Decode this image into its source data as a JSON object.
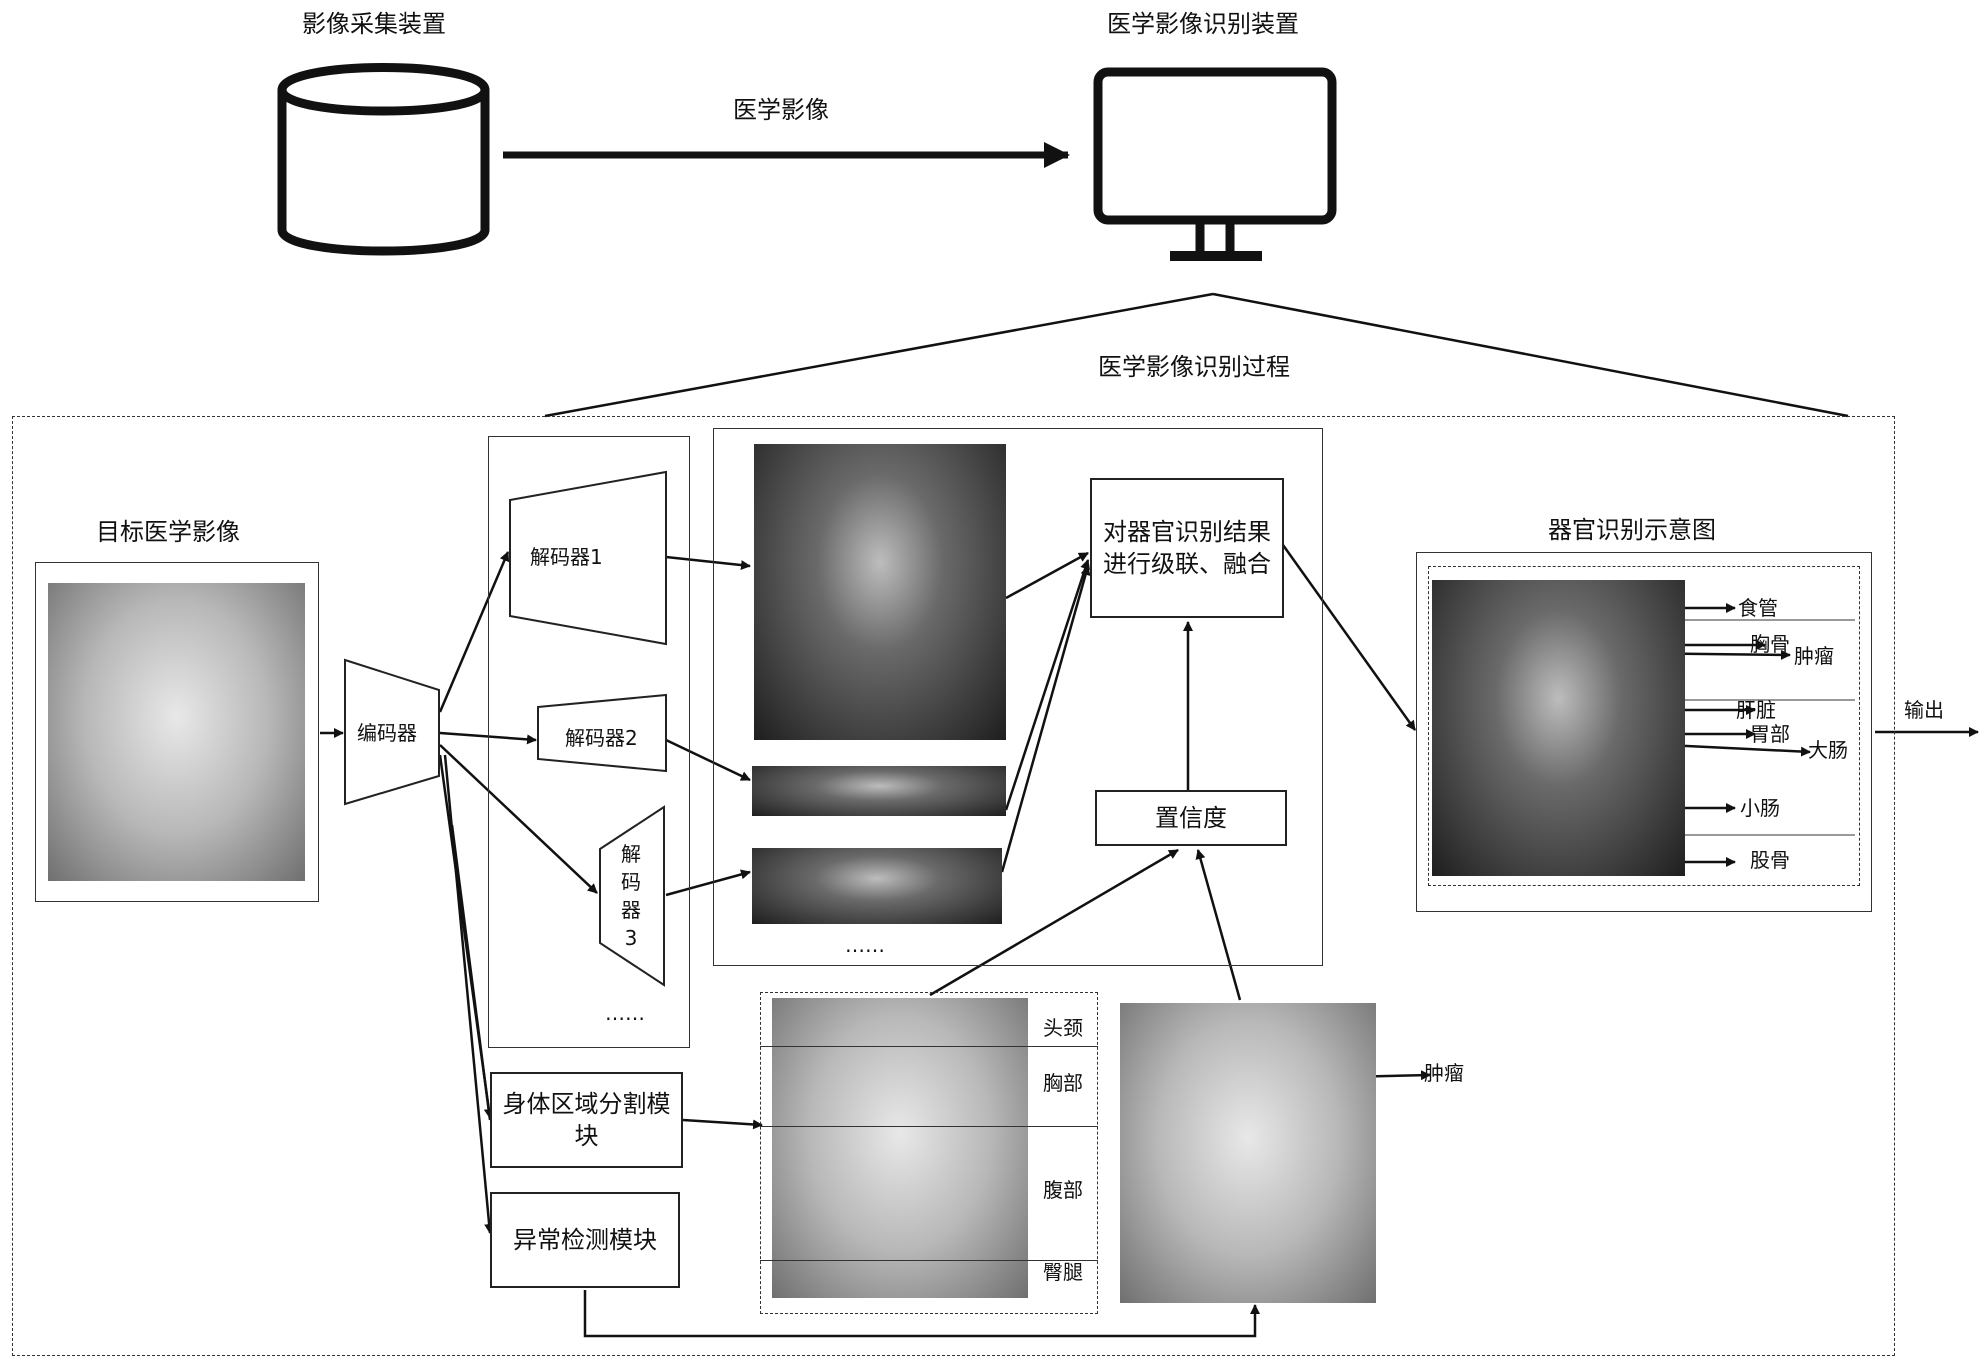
{
  "top": {
    "acquisition_device": "影像采集装置",
    "recognition_device": "医学影像识别装置",
    "transfer_label": "医学影像",
    "process_title": "医学影像识别过程"
  },
  "left": {
    "target_image_title": "目标医学影像"
  },
  "network": {
    "encoder": "编码器",
    "decoder1": "解码器1",
    "decoder2": "解码器2",
    "decoder3": "解码器3",
    "decoder_ellipsis": "……",
    "output_ellipsis": "……"
  },
  "modules": {
    "segmentation": "身体区域分割模块",
    "anomaly": "异常检测模块",
    "fusion": "对器官识别结果进行级联、融合",
    "confidence": "置信度"
  },
  "regions": {
    "head_neck": "头颈",
    "chest": "胸部",
    "abdomen": "腹部",
    "limbs": "臀腿"
  },
  "anomaly_result": {
    "tumor": "肿瘤"
  },
  "organ_map": {
    "title": "器官识别示意图",
    "labels": [
      "食管",
      "胸骨",
      "肿瘤",
      "肝脏",
      "胃部",
      "大肠",
      "小肠",
      "股骨"
    ]
  },
  "output_label": "输出"
}
